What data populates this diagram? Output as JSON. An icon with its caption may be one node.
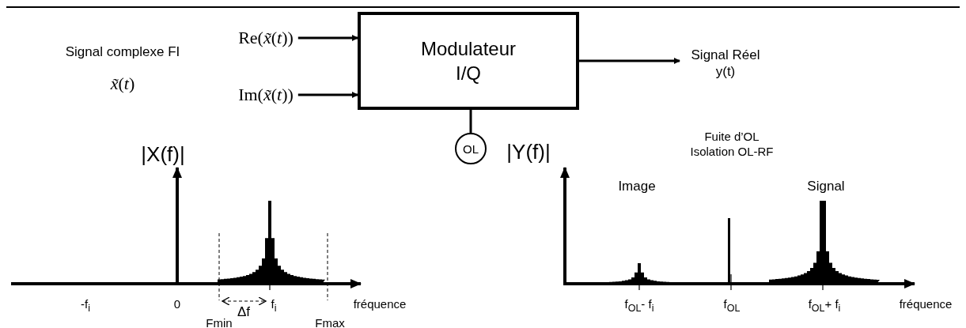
{
  "diagram": {
    "nodes": [
      {
        "text": [
          "Re(*x̃*(*t*))"
        ]
      },
      {
        "text": [
          "Im(*x̃*(*t*))"
        ]
      },
      {
        "text": [
          "Modulateur I/Q"
        ]
      },
      {
        "text": [
          "Signal Réel y(t)"
        ]
      },
      {
        "text": [
          "OL"
        ]
      }
    ],
    "edges": [
      {
        "from": 0,
        "to": 2,
        "arrow": "to"
      },
      {
        "from": 1,
        "to": 2,
        "arrow": "to"
      },
      {
        "from": 2,
        "to": 3,
        "arrow": "to"
      },
      {
        "from": 4,
        "to": 2,
        "arrow": "none"
      }
    ],
    "labels": [
      "Signal complexe FI",
      "*x̃*(*t*)",
      "|X(f)|",
      "|Y(f)|",
      "Fuite d’OL Isolation OL-RF",
      "Image",
      "Signal",
      "-f$_{i}$",
      "0",
      "Δf",
      "f$_{i}$",
      "fréquence",
      "Fmin",
      "Fmax",
      "f$_{OL}$- f$_{i}$",
      "f$_{OL}$",
      "f$_{OL}$+ f$_{i}$",
      "fréquence"
    ]
  }
}
